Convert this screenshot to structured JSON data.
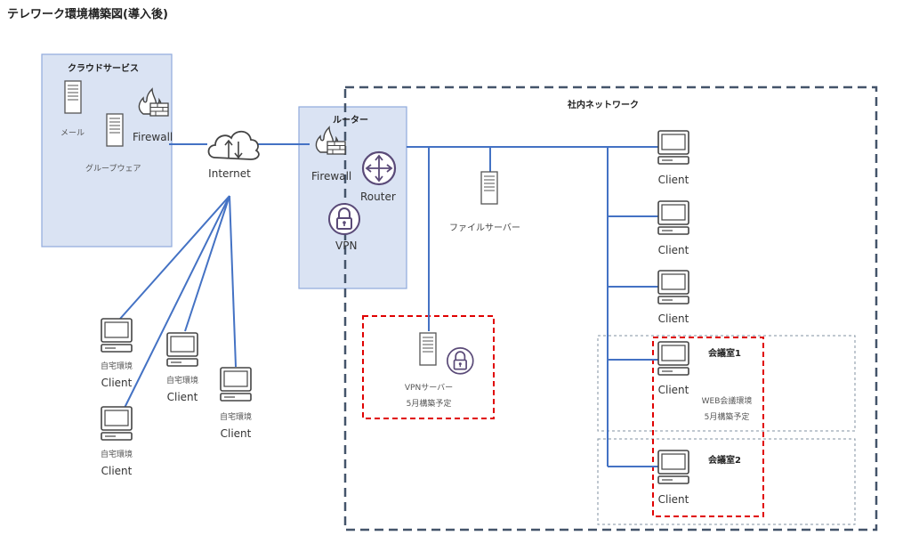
{
  "title": "テレワーク環境構築図(導入後)",
  "cloud": {
    "label": "クラウドサービス",
    "mail_label": "メール",
    "firewall_label": "Firewall",
    "groupware_label": "グループウェア"
  },
  "internet_label": "Internet",
  "router_box": {
    "label": "ルーター",
    "firewall_label": "Firewall",
    "router_label": "Router",
    "vpn_label": "VPN"
  },
  "office": {
    "label": "社内ネットワーク",
    "file_server_label": "ファイルサーバー",
    "vpn_server_label": "VPNサーバー",
    "vpn_server_note": "5月構築予定",
    "clients": [
      "Client",
      "Client",
      "Client"
    ],
    "meeting_room_1": {
      "label": "会議室1",
      "client_label": "Client",
      "note1": "WEB会議環境",
      "note2": "5月構築予定"
    },
    "meeting_room_2": {
      "label": "会議室2",
      "client_label": "Client"
    }
  },
  "home_clients": [
    {
      "home_label": "自宅環境",
      "client_label": "Client"
    },
    {
      "home_label": "自宅環境",
      "client_label": "Client"
    },
    {
      "home_label": "自宅環境",
      "client_label": "Client"
    },
    {
      "home_label": "自宅環境",
      "client_label": "Client"
    }
  ],
  "colors": {
    "line": "#4472c4",
    "box_fill": "#dae3f3",
    "box_stroke": "#8faadc",
    "dashed_office": "#44546a",
    "planned": "#e00000",
    "icon": "#444444",
    "router_icon": "#5a4a78"
  }
}
